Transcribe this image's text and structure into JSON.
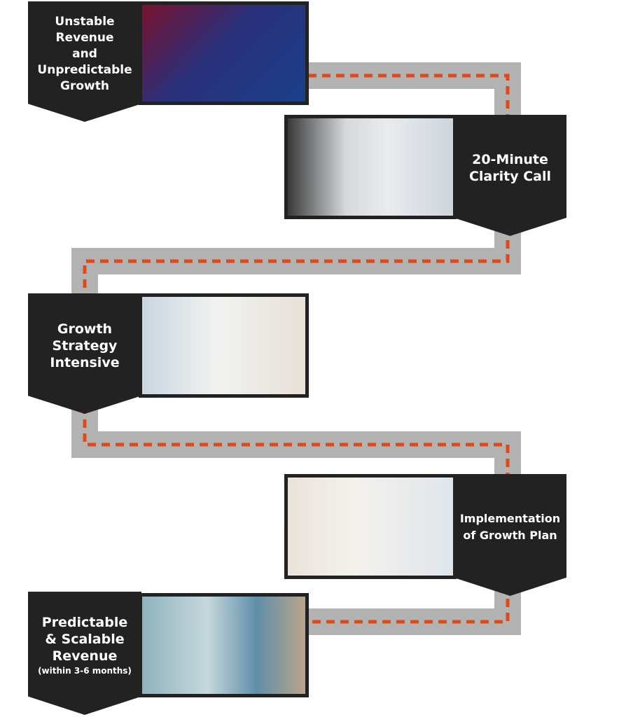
{
  "colors": {
    "box": "#222222",
    "path": "#b3b3b3",
    "dash": "#e0491a"
  },
  "steps": [
    {
      "lines": [
        "Unstable",
        "Revenue",
        "and",
        "Unpredictable",
        "Growth"
      ],
      "photo": "declining-chart-photo"
    },
    {
      "lines": [
        "20-Minute",
        "Clarity Call"
      ],
      "photo": "video-call-photo"
    },
    {
      "lines": [
        "Growth",
        "Strategy",
        "Intensive"
      ],
      "photo": "woman-thinking-at-computer-photo"
    },
    {
      "lines": [
        "Implementation",
        "of Growth Plan"
      ],
      "photo": "woman-laptop-charts-photo"
    },
    {
      "lines": [
        "Predictable",
        "& Scalable",
        "Revenue"
      ],
      "sub": "(within 3-6 months)",
      "photo": "relaxed-man-photo"
    }
  ]
}
